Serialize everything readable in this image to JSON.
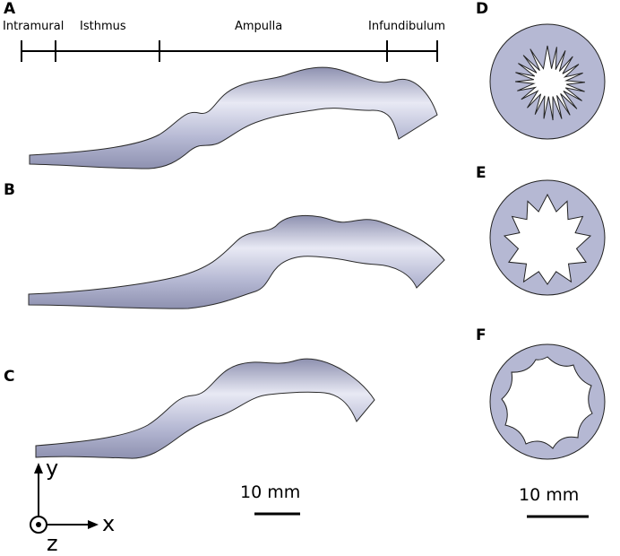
{
  "panels": {
    "a": "A",
    "b": "B",
    "c": "C",
    "d": "D",
    "e": "E",
    "f": "F"
  },
  "segments": {
    "intramural": "Intramural",
    "isthmus": "Isthmus",
    "ampulla": "Ampulla",
    "infundibulum": "Infundibulum"
  },
  "axes": {
    "x": "x",
    "y": "y",
    "z": "z"
  },
  "scale_bars": {
    "left": "10 mm",
    "right": "10 mm"
  },
  "cross_sections": {
    "d": {
      "folds": 24
    },
    "e": {
      "folds": 13
    },
    "f": {
      "folds": 9
    }
  },
  "colors": {
    "tube_fill": "#b5b8d3",
    "tube_highlight": "#e8e9f4",
    "tube_shadow": "#8e91b0",
    "line": "#000000"
  }
}
